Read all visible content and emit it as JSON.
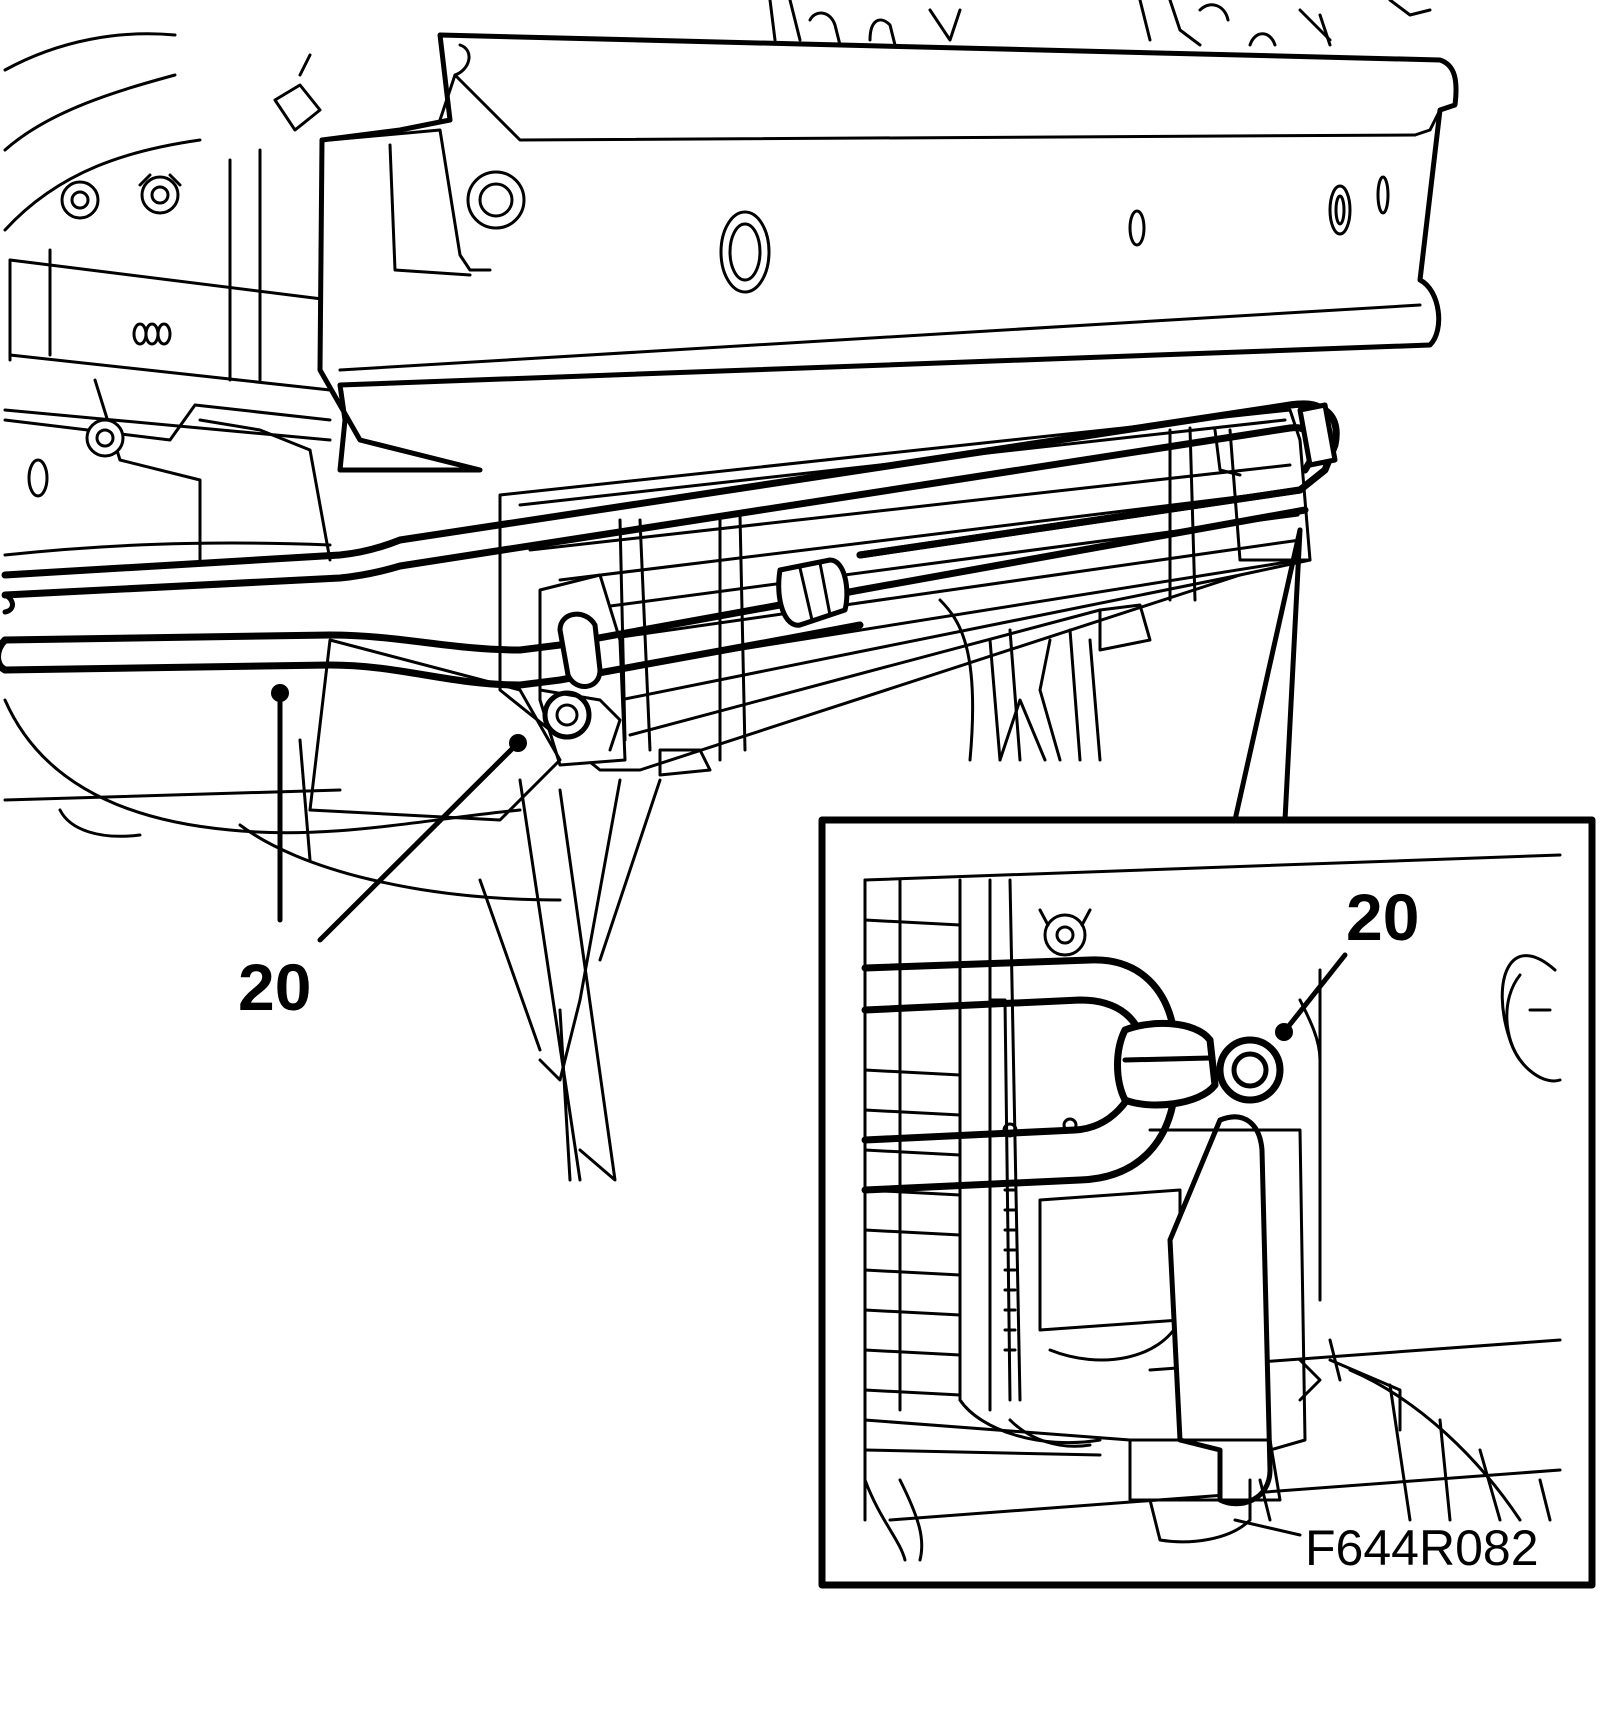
{
  "callouts": {
    "main": "20",
    "inset": "20"
  },
  "figure_ref": "F644R082",
  "colors": {
    "ink": "#000000",
    "paper": "#ffffff"
  }
}
